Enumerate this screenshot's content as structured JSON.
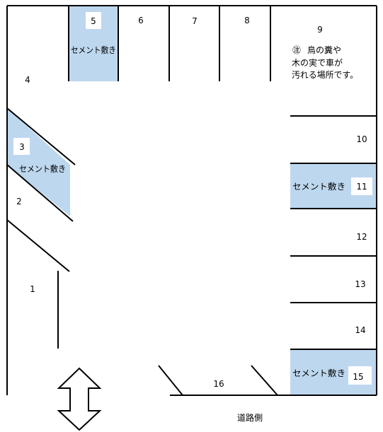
{
  "spaces": [
    {
      "id": "s1",
      "number": "1"
    },
    {
      "id": "s2",
      "number": "2"
    },
    {
      "id": "s3",
      "number": "3",
      "paved": true,
      "paved_label": "セメント敷き"
    },
    {
      "id": "s4",
      "number": "4"
    },
    {
      "id": "s5",
      "number": "5",
      "paved": true,
      "paved_label": "セメント敷き"
    },
    {
      "id": "s6",
      "number": "6"
    },
    {
      "id": "s7",
      "number": "7"
    },
    {
      "id": "s8",
      "number": "8"
    },
    {
      "id": "s9",
      "number": "9"
    },
    {
      "id": "s10",
      "number": "10"
    },
    {
      "id": "s11",
      "number": "11",
      "paved": true,
      "paved_label": "セメント敷き"
    },
    {
      "id": "s12",
      "number": "12"
    },
    {
      "id": "s13",
      "number": "13"
    },
    {
      "id": "s14",
      "number": "14"
    },
    {
      "id": "s15",
      "number": "15",
      "paved": true,
      "paved_label": "セメント敷き"
    },
    {
      "id": "s16",
      "number": "16"
    }
  ],
  "note": {
    "marker": "㊟",
    "lines": [
      "鳥の糞や",
      "木の実で車が",
      "汚れる場所です。"
    ]
  },
  "road_label": "道路側",
  "colors": {
    "paved_fill": "#bdd7ee",
    "line": "#000000",
    "number_box": "#ffffff"
  }
}
